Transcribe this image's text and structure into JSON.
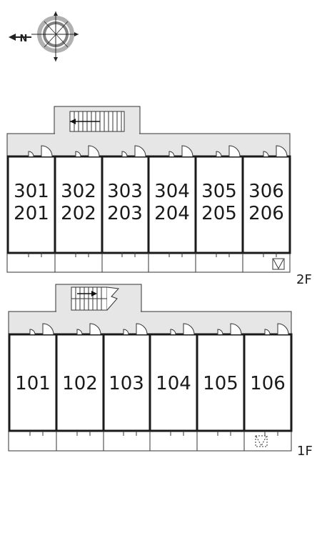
{
  "compass": {
    "north_letter": "N"
  },
  "floors": [
    {
      "label": "2F",
      "units": [
        {
          "top": "301",
          "bottom": "201"
        },
        {
          "top": "302",
          "bottom": "202"
        },
        {
          "top": "303",
          "bottom": "203"
        },
        {
          "top": "304",
          "bottom": "204"
        },
        {
          "top": "305",
          "bottom": "205"
        },
        {
          "top": "306",
          "bottom": "206"
        }
      ]
    },
    {
      "label": "1F",
      "units": [
        {
          "top": "101"
        },
        {
          "top": "102"
        },
        {
          "top": "103"
        },
        {
          "top": "104"
        },
        {
          "top": "105"
        },
        {
          "top": "106"
        }
      ]
    }
  ],
  "colors": {
    "corridor": "#e6e6e6",
    "wall": "#1a1a1a",
    "line": "#333333",
    "compass_ring": "#b0b0b0",
    "compass_inner": "#808080"
  }
}
